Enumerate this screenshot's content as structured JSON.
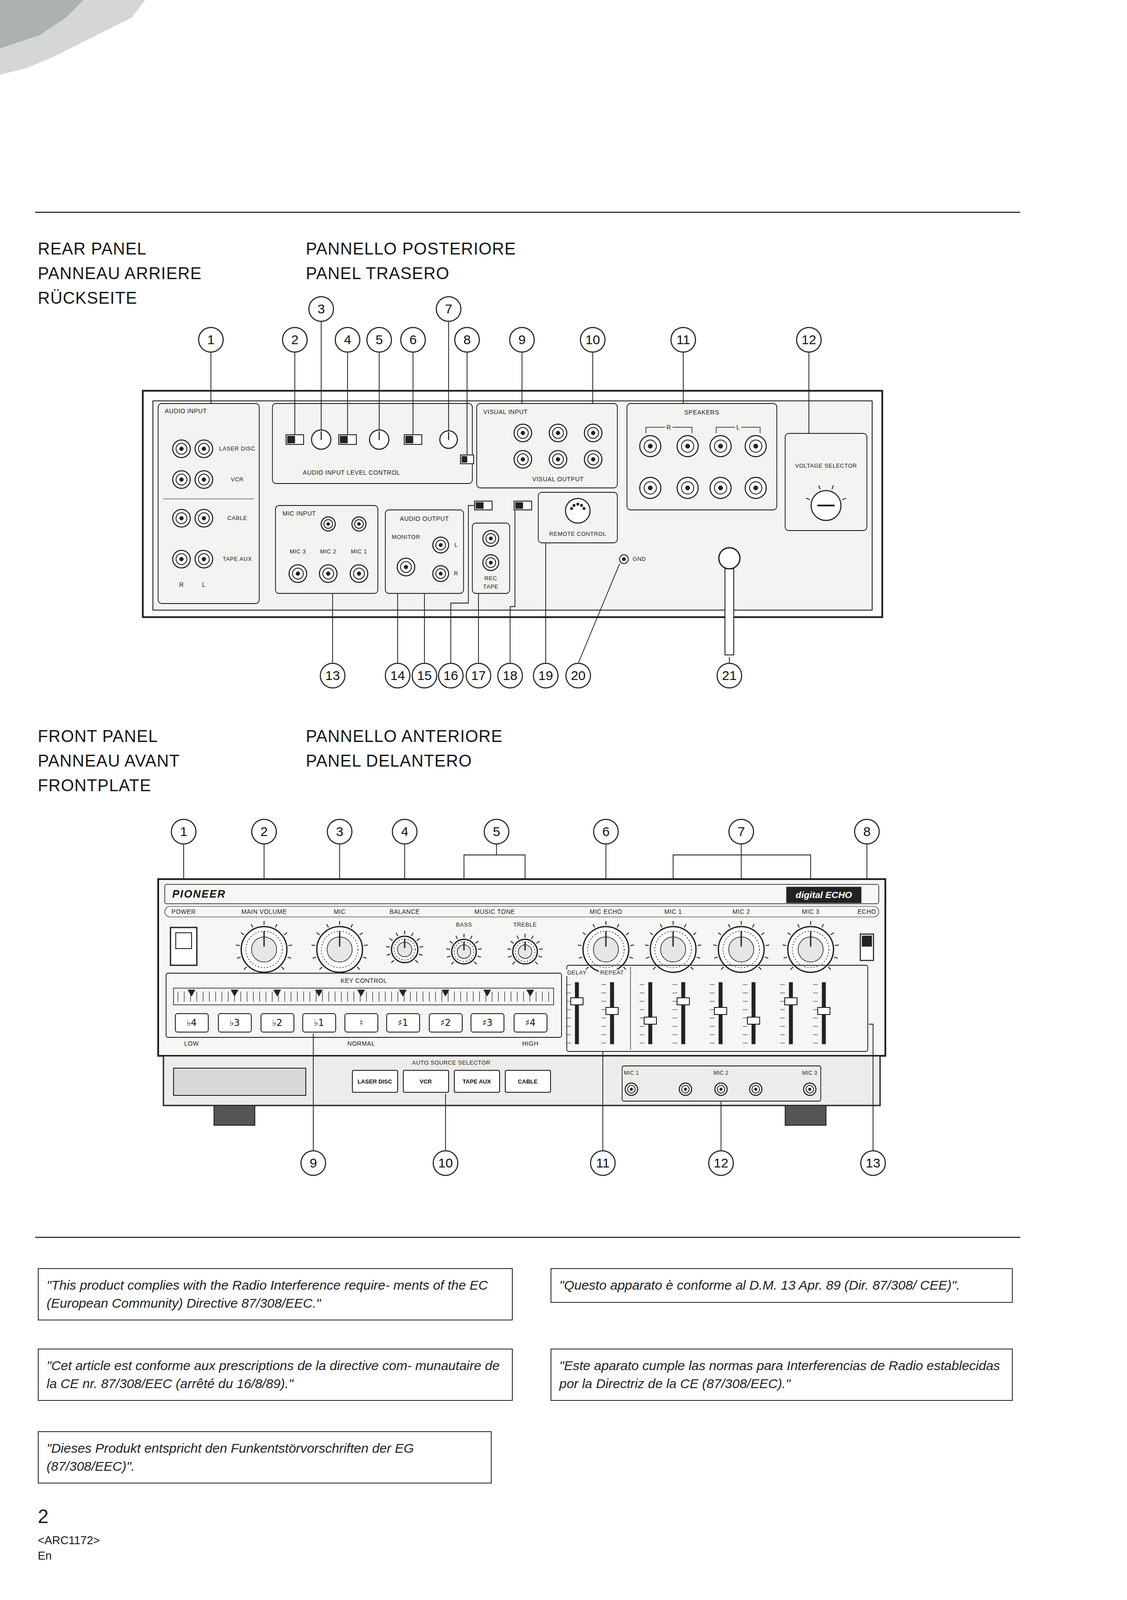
{
  "diagram": {
    "nodes": [
      {
        "text": [
          "\"This product complies with the Radio Interference require- ments of the EC (European Community) Directive 87/308/EEC.\""
        ]
      },
      {
        "text": [
          "\"Questo apparato è conforme al D.M. 13 Apr. 89 (Dir. 87/308/ CEE)\"."
        ]
      },
      {
        "text": [
          "\"Cet article est conforme aux prescriptions de la directive com- munautaire de la CE nr. 87/308/EEC (arrêté du 16/8/89).\""
        ]
      },
      {
        "text": [
          "\"Este aparato cumple las normas para Interferencias de Radio establecidas por la Directriz de la CE (87/308/EEC).\""
        ]
      },
      {
        "text": [
          "\"Dieses Produkt entspricht den Funkentstörvorschriften der EG (87/308/EEC)\"."
        ]
      },
      {
        "text": [
          "♭4"
        ]
      },
      {
        "text": [
          "♭3"
        ]
      },
      {
        "text": [
          "♭2"
        ]
      },
      {
        "text": [
          "♭1"
        ]
      },
      {
        "text": [
          "♮"
        ]
      },
      {
        "text": [
          "♯1"
        ]
      },
      {
        "text": [
          "♯2"
        ]
      },
      {
        "text": [
          "♯3"
        ]
      },
      {
        "text": [
          "♯4"
        ]
      },
      {
        "text": [
          "LASER DISC"
        ]
      },
      {
        "text": [
          "VCR"
        ]
      },
      {
        "text": [
          "TAPE AUX"
        ]
      },
      {
        "text": [
          "CABLE"
        ]
      }
    ],
    "labels": [
      "REAR PANEL",
      "PANNEAU ARRIERE",
      "RÜCKSEITE",
      "PANNELLO POSTERIORE",
      "PANEL TRASERO",
      "1",
      "2",
      "3",
      "4",
      "5",
      "6",
      "7",
      "8",
      "9",
      "10",
      "11",
      "12",
      "13",
      "14",
      "15",
      "16",
      "17",
      "18",
      "19",
      "20",
      "21",
      "AUDIO INPUT",
      "LASER DISC",
      "VCR",
      "CABLE",
      "TAPE AUX",
      "R",
      "L",
      "AUDIO INPUT LEVEL CONTROL",
      "MIC INPUT",
      "MIC 3",
      "MIC 2",
      "MIC 1",
      "AUDIO OUTPUT",
      "MONITOR",
      "L",
      "R",
      "REC",
      "TAPE",
      "VISUAL INPUT",
      "VISUAL OUTPUT",
      "REMOTE CONTROL",
      "GND",
      "SPEAKERS",
      "VOLTAGE SELECTOR",
      "R",
      "L",
      "FRONT PANEL",
      "PANNEAU AVANT",
      "FRONTPLATE",
      "PANNELLO ANTERIORE",
      "PANEL DELANTERO",
      "1",
      "2",
      "3",
      "4",
      "5",
      "6",
      "7",
      "8",
      "9",
      "10",
      "11",
      "12",
      "13",
      "PIONEER",
      "digital ECHO",
      "POWER",
      "MAIN VOLUME",
      "MIC",
      "BALANCE",
      "MUSIC TONE",
      "BASS",
      "TREBLE",
      "MIC ECHO",
      "MIC 1",
      "MIC 2",
      "MIC 3",
      "ECHO",
      "KEY CONTROL",
      "LOW",
      "NORMAL",
      "HIGH",
      "DELAY",
      "REPEAT",
      "AUTO SOURCE SELECTOR",
      "MIC 1",
      "MIC 2",
      "MIC 3",
      "2",
      "<ARC1172>",
      "En"
    ]
  }
}
